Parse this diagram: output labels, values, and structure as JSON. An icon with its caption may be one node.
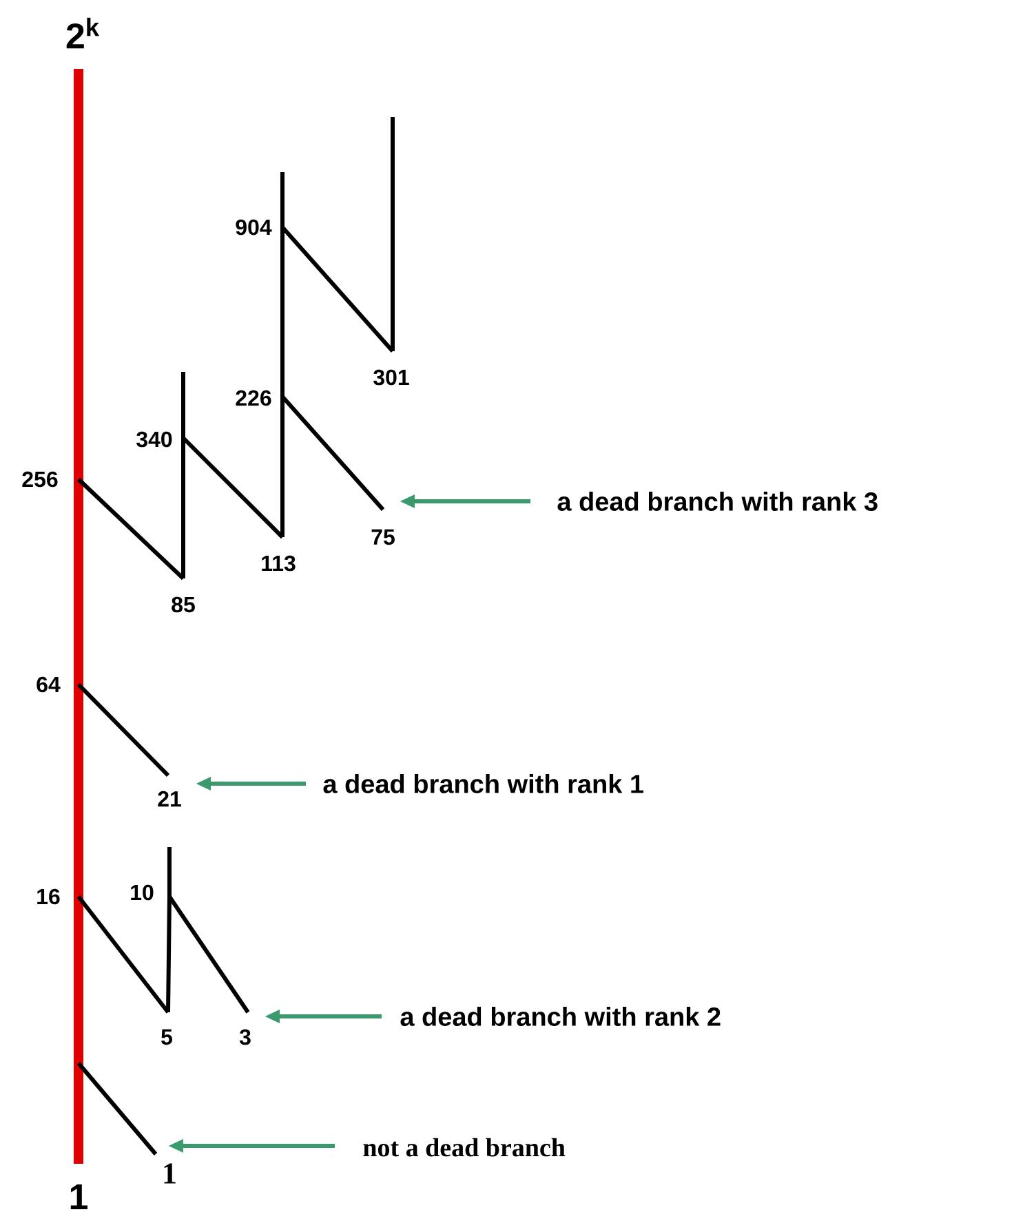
{
  "diagram": {
    "nodes": [
      {
        "text": [
          "2$^{k}$"
        ]
      },
      {
        "text": [
          "904"
        ]
      },
      {
        "text": [
          "301"
        ]
      },
      {
        "text": [
          "226"
        ]
      },
      {
        "text": [
          "340"
        ]
      },
      {
        "text": [
          "256"
        ]
      },
      {
        "text": [
          "75"
        ]
      },
      {
        "text": [
          "113"
        ]
      },
      {
        "text": [
          "85"
        ]
      },
      {
        "text": [
          "64"
        ]
      },
      {
        "text": [
          "21"
        ]
      },
      {
        "text": [
          "10"
        ]
      },
      {
        "text": [
          "16"
        ]
      },
      {
        "text": [
          "5"
        ]
      },
      {
        "text": [
          "3"
        ]
      },
      {
        "text": [
          "1"
        ]
      },
      {
        "text": [
          "1"
        ]
      },
      {
        "text": [
          "a dead branch with rank 3"
        ]
      },
      {
        "text": [
          "a dead branch with rank 1"
        ]
      },
      {
        "text": [
          "a dead branch with rank 2"
        ]
      },
      {
        "text": [
          "not a dead branch"
        ]
      }
    ],
    "edges": [
      {
        "from": 0,
        "to": 16,
        "arrow": "none",
        "style": "thick",
        "color": "#e00000"
      },
      {
        "from": 5,
        "to": 8,
        "arrow": "none"
      },
      {
        "from": 8,
        "to": 4,
        "arrow": "none"
      },
      {
        "from": 4,
        "to": 7,
        "arrow": "none"
      },
      {
        "from": 7,
        "to": 3,
        "arrow": "none"
      },
      {
        "from": 3,
        "to": 1,
        "arrow": "none"
      },
      {
        "from": 3,
        "to": 6,
        "arrow": "none"
      },
      {
        "from": 1,
        "to": 2,
        "arrow": "none"
      },
      {
        "from": 9,
        "to": 10,
        "arrow": "none"
      },
      {
        "from": 12,
        "to": 13,
        "arrow": "none"
      },
      {
        "from": 13,
        "to": 11,
        "arrow": "none"
      },
      {
        "from": 11,
        "to": 14,
        "arrow": "none"
      },
      {
        "from": null,
        "to": 15,
        "arrow": "none"
      },
      {
        "from": 17,
        "to": 6,
        "arrow": "to",
        "color": "#3a9a6e"
      },
      {
        "from": 18,
        "to": 10,
        "arrow": "to",
        "color": "#3a9a6e"
      },
      {
        "from": 19,
        "to": 14,
        "arrow": "to",
        "color": "#3a9a6e"
      },
      {
        "from": 20,
        "to": 15,
        "arrow": "to",
        "color": "#3a9a6e"
      }
    ]
  }
}
